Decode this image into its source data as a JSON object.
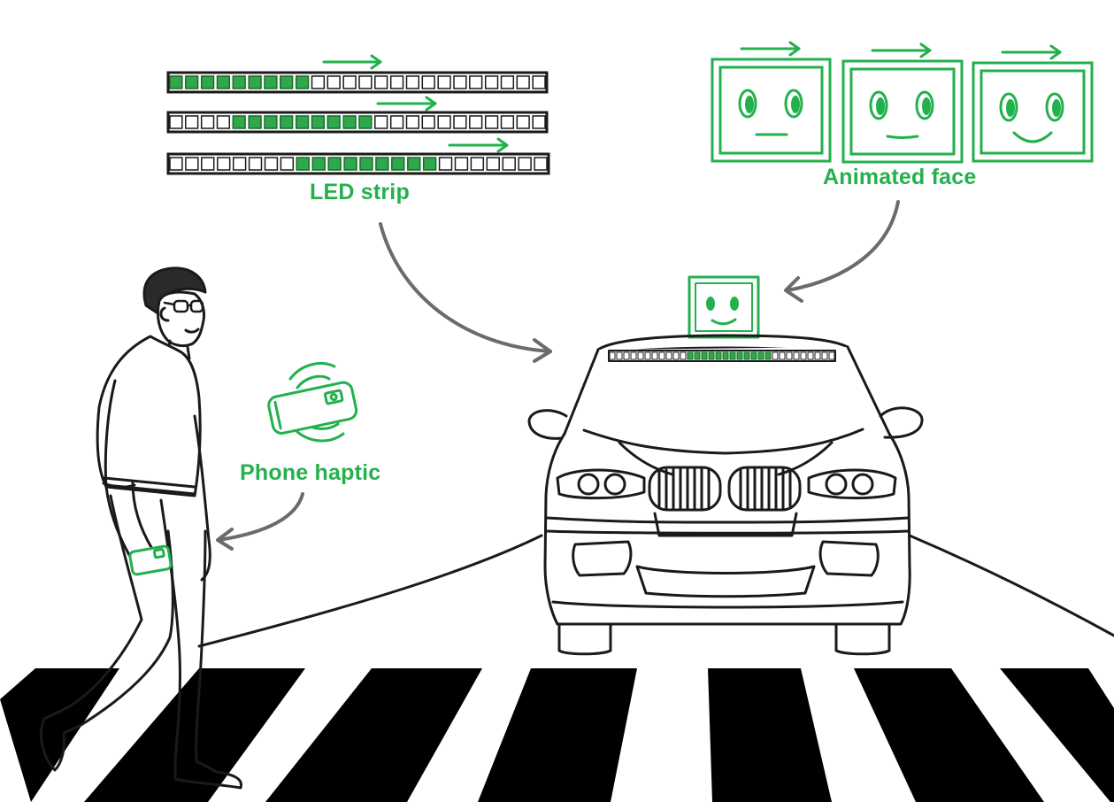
{
  "labels": {
    "led_strip": "LED strip",
    "animated_face": "Animated face",
    "phone_haptic": "Phone haptic"
  },
  "colors": {
    "accent_green": "#22b14c",
    "led_lit_green": "#2fa84b",
    "ink": "#1a1a1a",
    "arrow_gray": "#6b6b6b",
    "background": "#ffffff"
  },
  "led_strip": {
    "segments_per_strip": 24,
    "lit_runs": [
      {
        "start": 0,
        "count": 9
      },
      {
        "start": 4,
        "count": 9
      },
      {
        "start": 8,
        "count": 9
      }
    ]
  },
  "faces": [
    {
      "expression": "neutral"
    },
    {
      "expression": "slight-smile"
    },
    {
      "expression": "smile"
    }
  ],
  "icons": {
    "motion_arrow": "right-arrow-icon",
    "phone": "phone-icon",
    "vibration": "vibration-waves-icon"
  }
}
